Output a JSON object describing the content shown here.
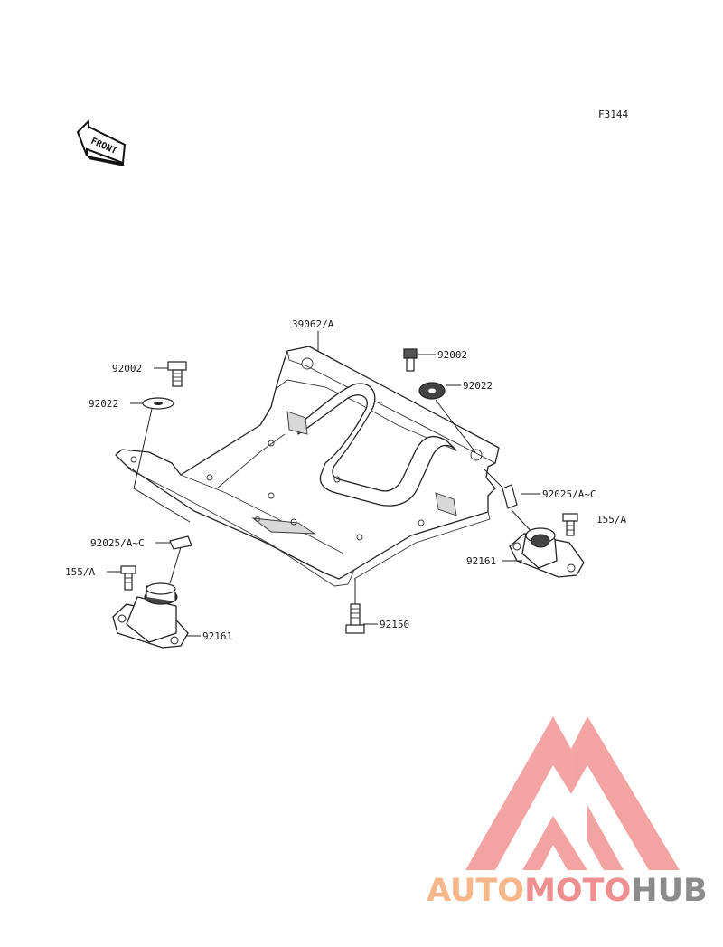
{
  "figure_code": "F3144",
  "front_marker": "FRONT",
  "parts": [
    {
      "id": "part-39062",
      "label": "39062/A"
    },
    {
      "id": "part-92002-left",
      "label": "92002"
    },
    {
      "id": "part-92002-right",
      "label": "92002"
    },
    {
      "id": "part-92022-left",
      "label": "92022"
    },
    {
      "id": "part-92022-right",
      "label": "92022"
    },
    {
      "id": "part-92025-left",
      "label": "92025/A~C"
    },
    {
      "id": "part-92025-right",
      "label": "92025/A~C"
    },
    {
      "id": "part-155-left",
      "label": "155/A"
    },
    {
      "id": "part-155-right",
      "label": "155/A"
    },
    {
      "id": "part-92161-left",
      "label": "92161"
    },
    {
      "id": "part-92161-right",
      "label": "92161"
    },
    {
      "id": "part-92150",
      "label": "92150"
    }
  ],
  "watermark": {
    "part1": "AUTO",
    "part2": "MOTO",
    "part3": "HUB",
    "color_orange": "#f7b78a",
    "color_red": "#f08f8f",
    "color_gray": "#8c8c8c",
    "logo_color": "#f39a9a"
  }
}
